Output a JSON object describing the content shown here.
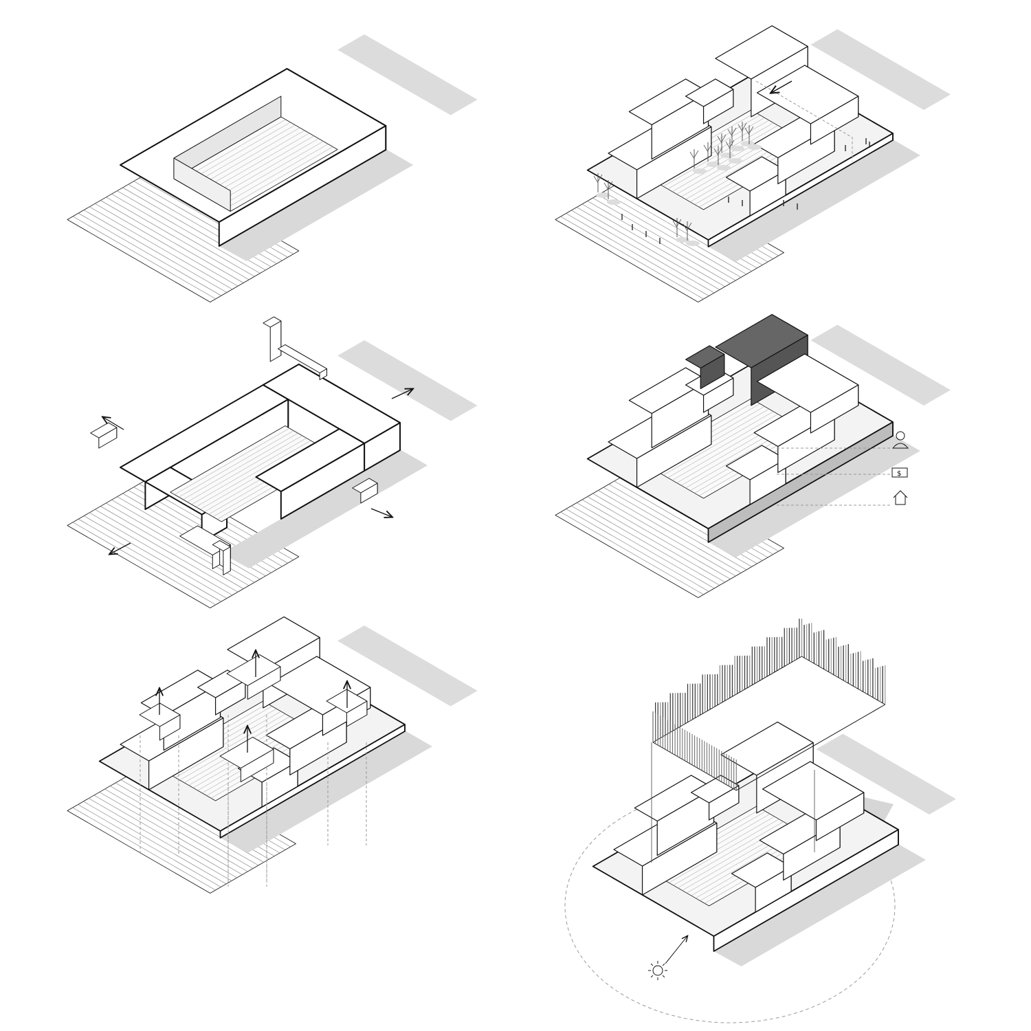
{
  "diagram": {
    "panels": [
      {
        "id": "massing-block"
      },
      {
        "id": "courtyard-landscape"
      },
      {
        "id": "subtraction"
      },
      {
        "id": "program-layers"
      },
      {
        "id": "height-variation"
      },
      {
        "id": "facade-and-sun"
      }
    ],
    "program_icons": [
      "person-icon",
      "money-icon",
      "house-icon"
    ],
    "colors": {
      "line": "#111111",
      "face": "#ffffff",
      "shadow": "#d9d9d9",
      "dark_program": "#555555",
      "podium": "#bdbdbd",
      "dashed": "#999999"
    }
  }
}
